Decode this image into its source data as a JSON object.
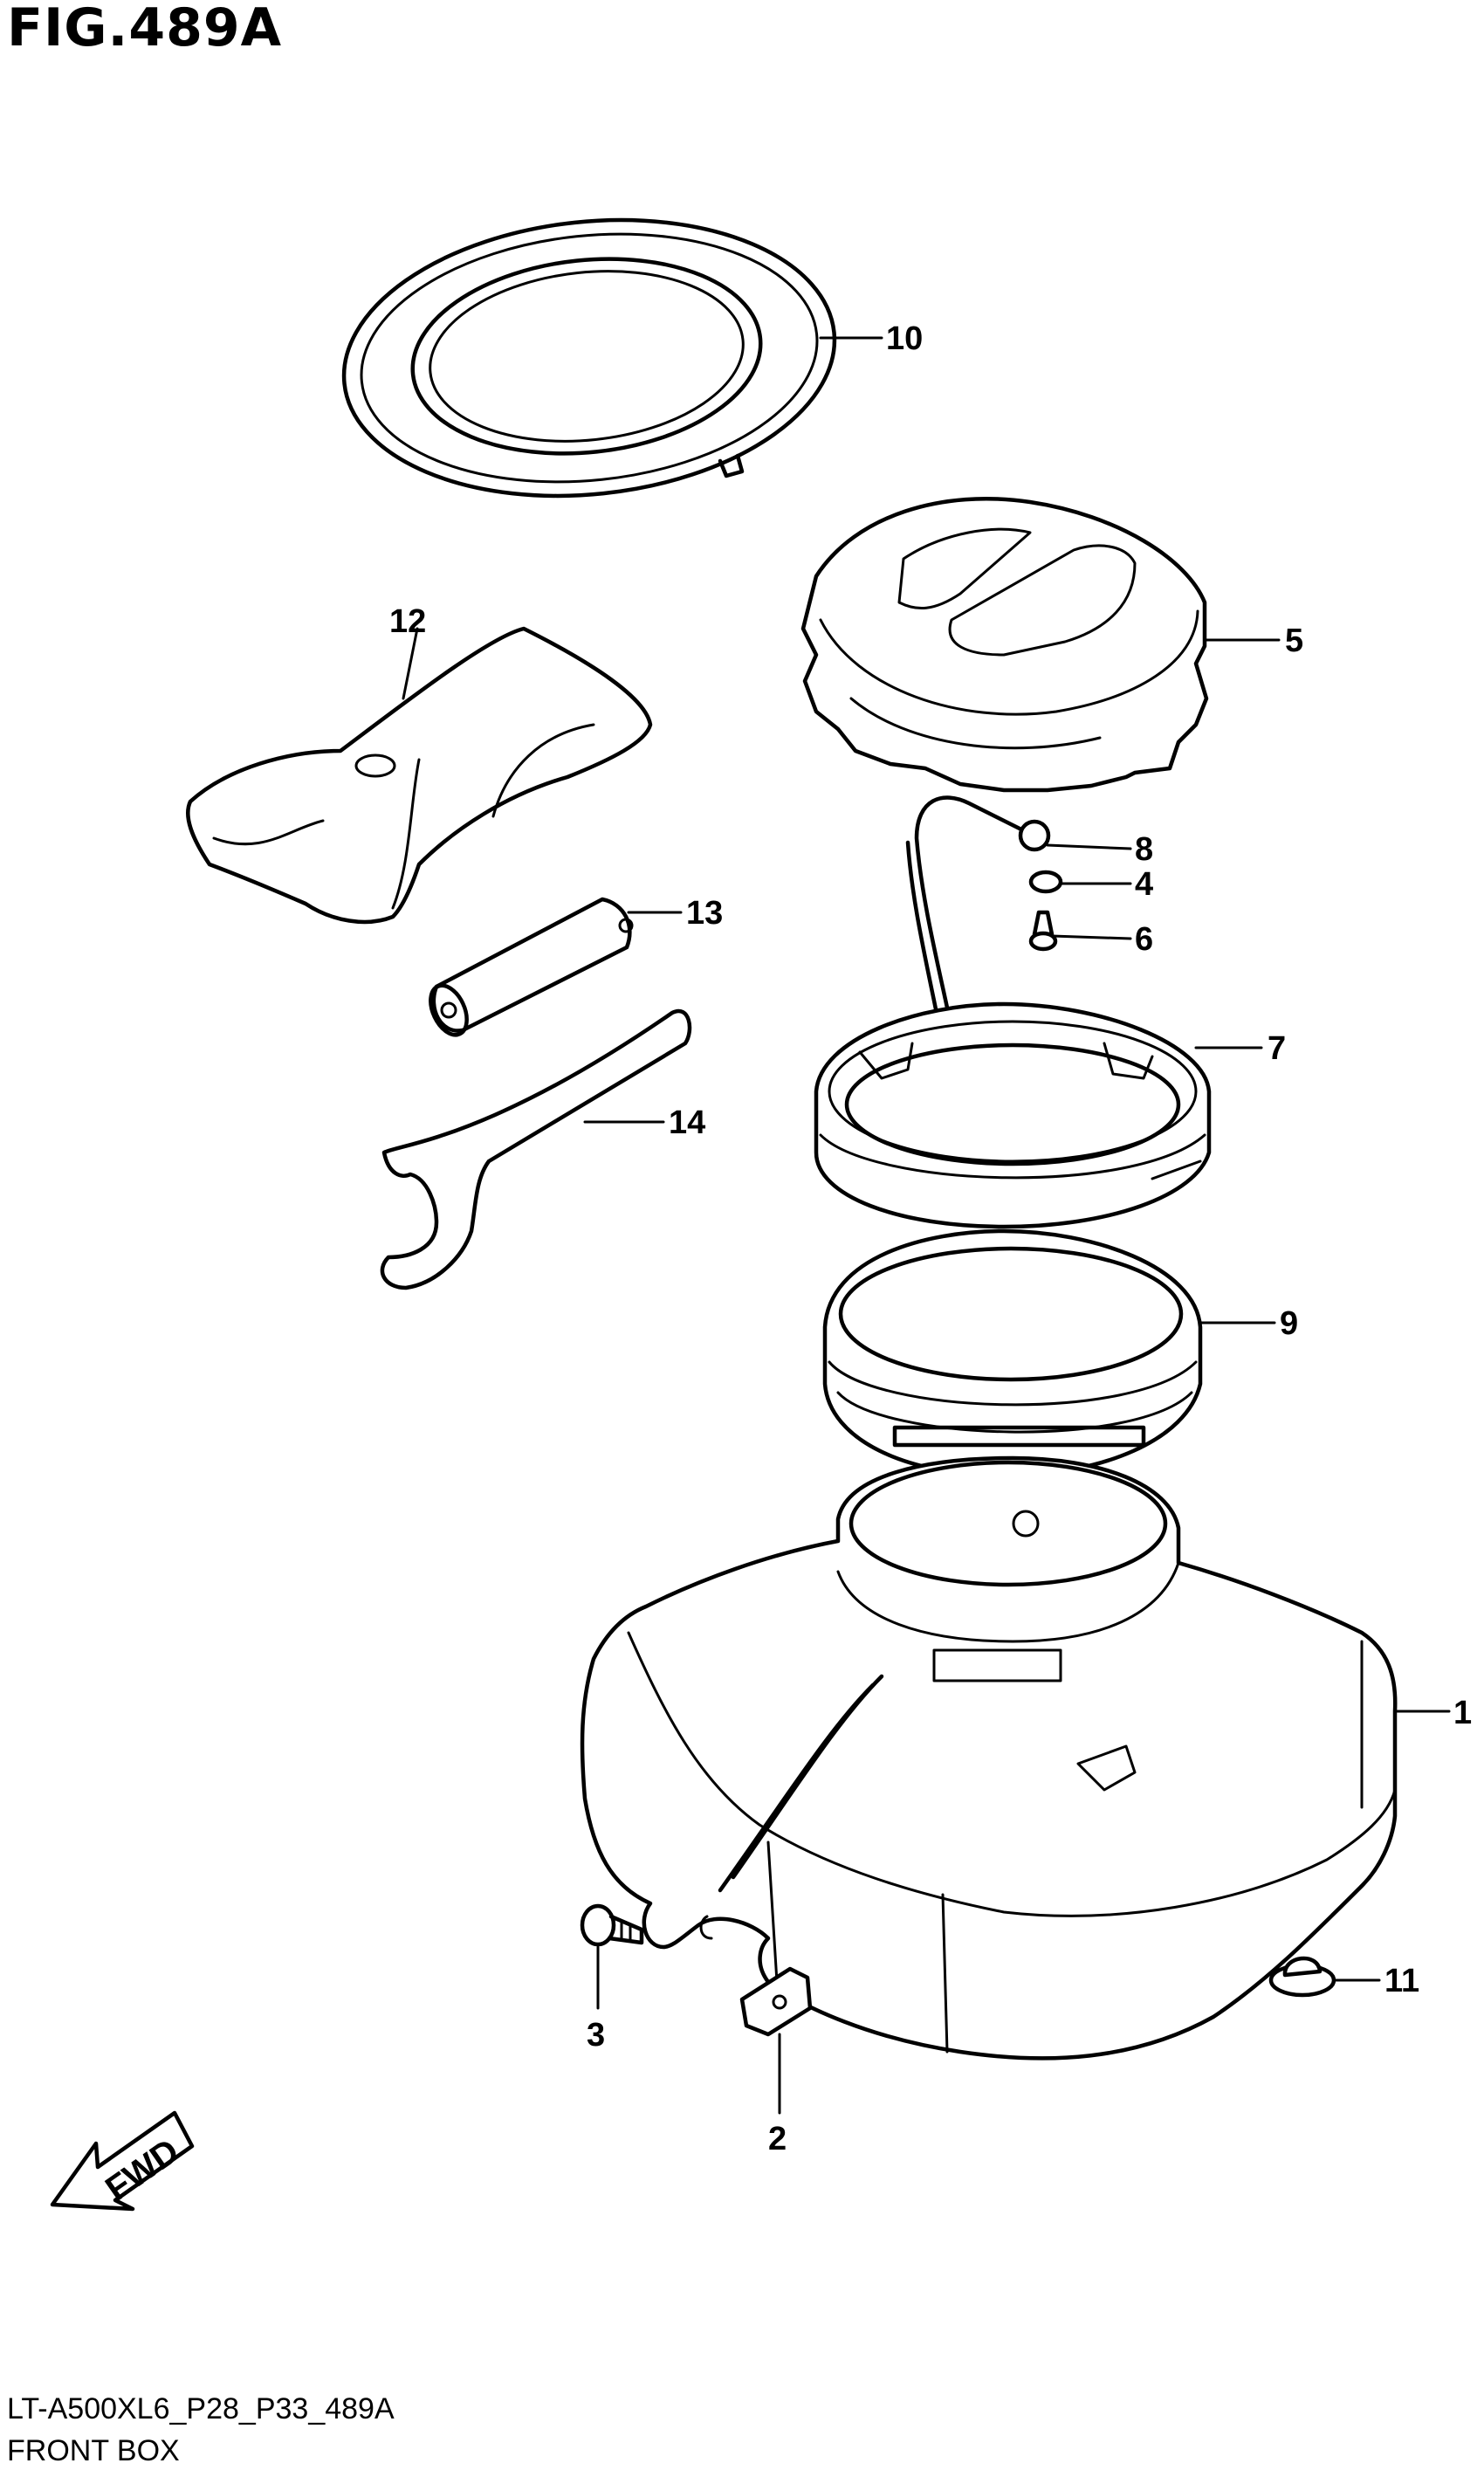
{
  "figure": {
    "title": "FIG.489A",
    "code": "LT-A500XL6_P28_P33_489A",
    "name": "FRONT BOX"
  },
  "direction_arrow": {
    "label": "FWD"
  },
  "callouts": [
    {
      "id": "callout-1",
      "label": "1"
    },
    {
      "id": "callout-2",
      "label": "2"
    },
    {
      "id": "callout-3",
      "label": "3"
    },
    {
      "id": "callout-4",
      "label": "4"
    },
    {
      "id": "callout-5",
      "label": "5"
    },
    {
      "id": "callout-6",
      "label": "6"
    },
    {
      "id": "callout-7",
      "label": "7"
    },
    {
      "id": "callout-8",
      "label": "8"
    },
    {
      "id": "callout-9",
      "label": "9"
    },
    {
      "id": "callout-10",
      "label": "10"
    },
    {
      "id": "callout-11",
      "label": "11"
    },
    {
      "id": "callout-12",
      "label": "12"
    },
    {
      "id": "callout-13",
      "label": "13"
    },
    {
      "id": "callout-14",
      "label": "14"
    }
  ]
}
